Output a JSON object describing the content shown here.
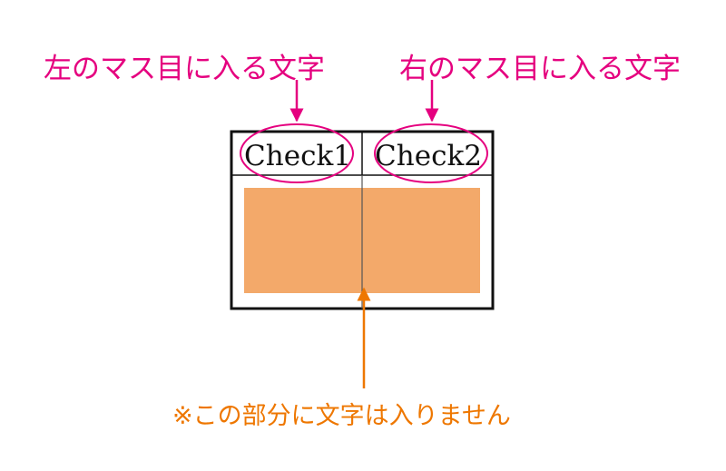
{
  "annotations": {
    "left_label": "左のマス目に入る文字",
    "right_label": "右のマス目に入る文字",
    "bottom_note": "※この部分に文字は入りません"
  },
  "table": {
    "cells": [
      "Check1",
      "Check2"
    ]
  },
  "colors": {
    "magenta": "#E5007F",
    "orange_text": "#EE7700",
    "orange_fill": "#F3A96A",
    "border": "#111111"
  }
}
